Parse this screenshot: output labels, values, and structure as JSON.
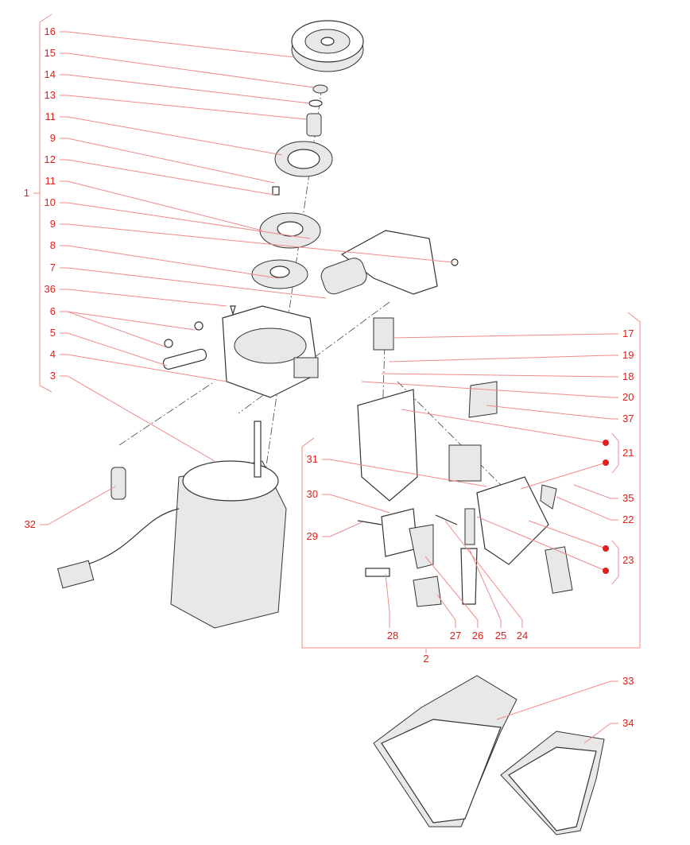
{
  "diagram": {
    "type": "exploded-parts-view",
    "labels": [
      "16",
      "15",
      "14",
      "13",
      "11",
      "9",
      "12",
      "11",
      "10",
      "9",
      "8",
      "7",
      "36",
      "6",
      "5",
      "4",
      "3",
      "32",
      "17",
      "19",
      "18",
      "20",
      "37",
      "21",
      "35",
      "22",
      "23",
      "31",
      "30",
      "29",
      "28",
      "27",
      "26",
      "25",
      "24",
      "2",
      "1",
      "33",
      "34"
    ],
    "accent_color": "#e0201c"
  }
}
